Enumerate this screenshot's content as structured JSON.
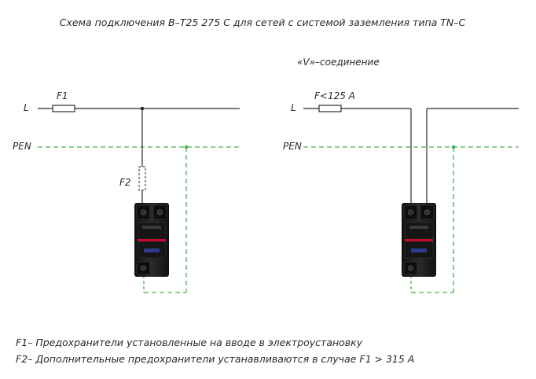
{
  "title": "Схема подключения B–T25 275 C для сетей с системой заземления  типа TN–C",
  "left_scheme": {
    "line_label": "L",
    "pen_label": "PEN",
    "fuse_main_label": "F1",
    "fuse_extra_label": "F2"
  },
  "right_scheme": {
    "heading": "«V»–соединение",
    "line_label": "L",
    "pen_label": "PEN",
    "fuse_label": "F<125 A"
  },
  "notes": [
    "F1– Предохранители установленные на вводе в электроустановку",
    "F2– Дополнительные предохранители устанавливаются в случае F1 > 315 A"
  ],
  "colors": {
    "wire": "#2b2b2b",
    "pen": "#4caf50",
    "device_body": "#1c1c1c",
    "device_stripe": "#c8102e",
    "device_label": "#2e3a8c"
  },
  "icons": [
    "fuse-icon",
    "surge-protector-device-icon",
    "junction-dot-icon"
  ]
}
